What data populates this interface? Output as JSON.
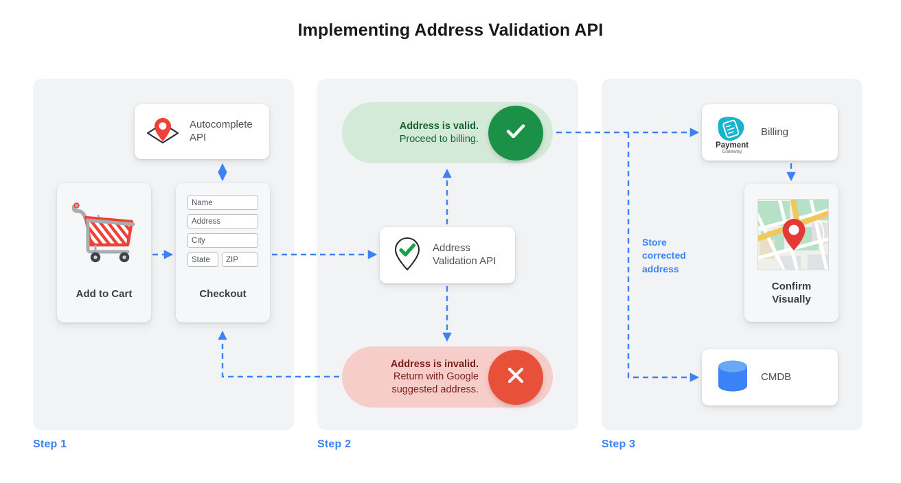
{
  "page": {
    "title": "Implementing Address Validation API",
    "accent_blue": "#3b82f6",
    "green": "#1a9147",
    "red": "#e8503a",
    "panel_bg": "#f1f3f4"
  },
  "steps": [
    {
      "id": "step1",
      "label": "Step 1"
    },
    {
      "id": "step2",
      "label": "Step 2"
    },
    {
      "id": "step3",
      "label": "Step 3"
    }
  ],
  "step1": {
    "autocomplete_card": {
      "title": "Autocomplete\nAPI",
      "title_line1": "Autocomplete",
      "title_line2": "API",
      "icon": "map-pin-diamond-icon"
    },
    "cart_card": {
      "caption": "Add to Cart",
      "icon": "shopping-cart-icon"
    },
    "checkout_card": {
      "caption": "Checkout",
      "fields": [
        {
          "name": "name",
          "placeholder": "Name"
        },
        {
          "name": "address",
          "placeholder": "Address"
        },
        {
          "name": "city",
          "placeholder": "City"
        },
        {
          "name": "state",
          "placeholder": "State"
        },
        {
          "name": "zip",
          "placeholder": "ZIP"
        }
      ]
    }
  },
  "step2": {
    "valid_pill": {
      "line1": "Address is valid.",
      "line2": "Proceed to billing.",
      "badge_icon": "check-icon",
      "badge_color": "#1a9147"
    },
    "invalid_pill": {
      "line1": "Address is invalid.",
      "line2": "Return with Google",
      "line3": "suggested address.",
      "badge_icon": "close-icon",
      "badge_color": "#e8503a"
    },
    "validation_card": {
      "title_line1": "Address",
      "title_line2": "Validation API",
      "icon": "pin-check-icon"
    }
  },
  "step3": {
    "billing_card": {
      "title": "Billing",
      "logo_primary": "Payment",
      "logo_secondary": "Gateway",
      "icon": "payment-gateway-icon"
    },
    "confirm_card": {
      "caption_line1": "Confirm",
      "caption_line2": "Visually",
      "icon": "map-thumbnail-icon"
    },
    "cmdb_card": {
      "title": "CMDB",
      "icon": "database-icon"
    },
    "edge_note": {
      "line1": "Store",
      "line2": "corrected",
      "line3": "address"
    }
  }
}
